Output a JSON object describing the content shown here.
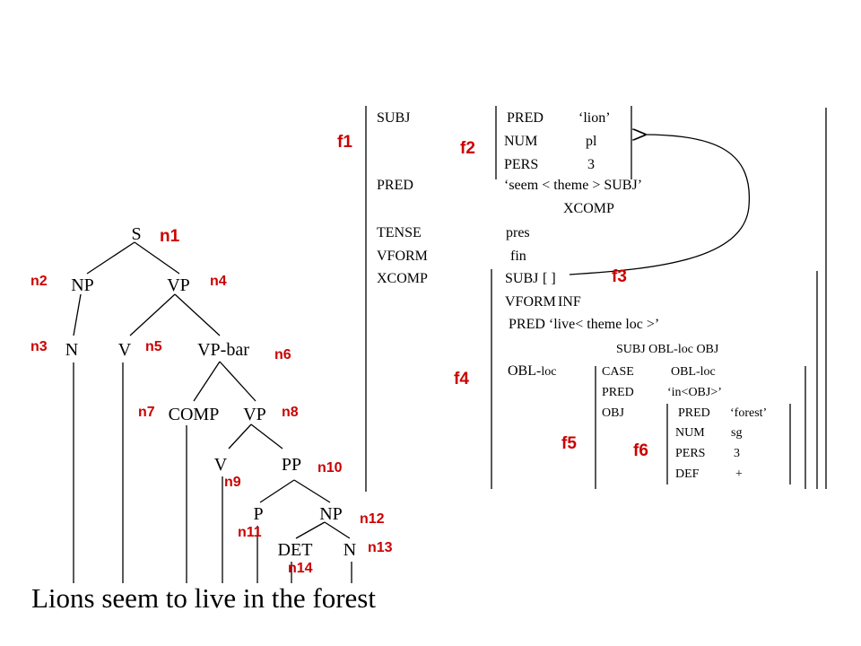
{
  "colors": {
    "ink": "#000000",
    "tag": "#cc0000"
  },
  "tree": {
    "S": "S",
    "NP": "NP",
    "VP": "VP",
    "N": "N",
    "V": "V",
    "VPbar": "VP-bar",
    "COMP": "COMP",
    "VP2": "VP",
    "V2": "V",
    "PP": "PP",
    "P": "P",
    "NP2": "NP",
    "DET": "DET",
    "N2": "N"
  },
  "node_ids": {
    "n1": "n1",
    "n2": "n2",
    "n3": "n3",
    "n4": "n4",
    "n5": "n5",
    "n6": "n6",
    "n7": "n7",
    "n8": "n8",
    "n9": "n9",
    "n10": "n10",
    "n11": "n11",
    "n12": "n12",
    "n13": "n13",
    "n14": "n14"
  },
  "sentence": "Lions seem to live in the forest",
  "fs": {
    "f_ids": {
      "f1": "f1",
      "f2": "f2",
      "f3": "f3",
      "f4": "f4",
      "f5": "f5",
      "f6": "f6"
    },
    "subj_attr": "SUBJ",
    "f2": {
      "pred": "PRED",
      "pred_val": "‘lion’",
      "num": "NUM",
      "num_val": "pl",
      "pers": "PERS",
      "pers_val": "3"
    },
    "pred_attr": "PRED",
    "pred_val": "‘seem < theme > SUBJ’",
    "pred_val2": "XCOMP",
    "tense_attr": "TENSE",
    "tense_val": "pres",
    "vform_attr": "VFORM",
    "vform_val": "fin",
    "xcomp_attr": "XCOMP",
    "f3": {
      "subj": "SUBJ",
      "subj_val": "[ ]",
      "vform": "VFORM",
      "vform_val": "INF",
      "pred_line": "PRED ‘live< theme   loc >’",
      "args_line": "SUBJ    OBL-loc OBJ",
      "obl_attr": "OBL-",
      "obl_attr_sub": "loc"
    },
    "f5": {
      "case": "CASE",
      "case_val": "OBL-loc",
      "pred": "PRED",
      "pred_val": "‘in<OBJ>’",
      "obj": "OBJ"
    },
    "f6": {
      "pred": "PRED",
      "pred_val": "‘forest’",
      "num": "NUM",
      "num_val": "sg",
      "pers": "PERS",
      "pers_val": "3",
      "def": "DEF",
      "def_val": "+"
    }
  }
}
